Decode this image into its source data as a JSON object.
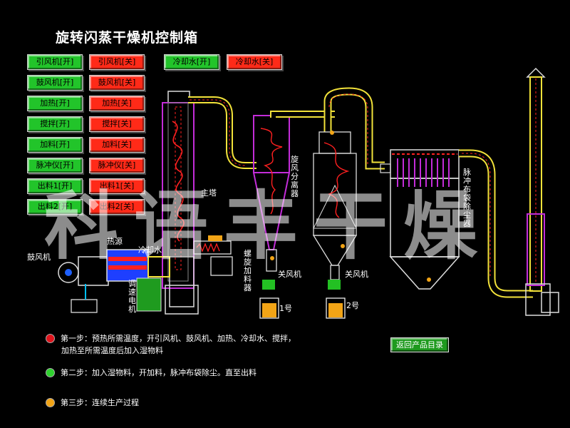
{
  "title": "旋转闪蒸干燥机控制箱",
  "controls": [
    {
      "on": "引风机[开]",
      "off": "引风机[关]"
    },
    {
      "on": "鼓风机[开]",
      "off": "鼓风机[关]"
    },
    {
      "on": "加热[开]",
      "off": "加热[关]"
    },
    {
      "on": "搅拌[开]",
      "off": "搅拌[关]"
    },
    {
      "on": "加料[开]",
      "off": "加料[关]"
    },
    {
      "on": "脉冲仪[开]",
      "off": "脉冲仪[关]"
    },
    {
      "on": "出料1[开]",
      "off": "出料1[关]"
    },
    {
      "on": "出料2[开]",
      "off": "出料2[关]"
    }
  ],
  "cooling": {
    "on": "冷却水[开]",
    "off": "冷却水[关]"
  },
  "labels": {
    "blower": "鼓风机",
    "heat_source": "热源",
    "cooling_water": "冷却水",
    "main_tower": "主塔",
    "speed_motor": "调速电机",
    "screw_feeder": "螺旋加料器",
    "cyclone": "旋风分离器",
    "rotary_valve_1": "关风机",
    "rotary_valve_2": "关风机",
    "no1": "1号",
    "no2": "2号",
    "bag_filter": "脉冲布袋除尘器"
  },
  "watermark": "科语丰干燥",
  "steps": [
    {
      "line1": "第一步：预热所需温度，开引风机、鼓风机、加热、冷却水、搅拌，",
      "line2": "加热至所需温度后加入湿物料"
    },
    {
      "line1": "第二步：加入湿物料，开加料，脉冲布袋除尘。直至出料"
    },
    {
      "line1": "第三步：连续生产过程"
    }
  ],
  "return_button": "返回产品目录",
  "colors": {
    "on": "#22c42a",
    "off": "#ff2a18",
    "duct": "#f2e23a",
    "frame": "#c32cd8",
    "guide": "#ff2020",
    "outline": "#e6e6e6"
  }
}
